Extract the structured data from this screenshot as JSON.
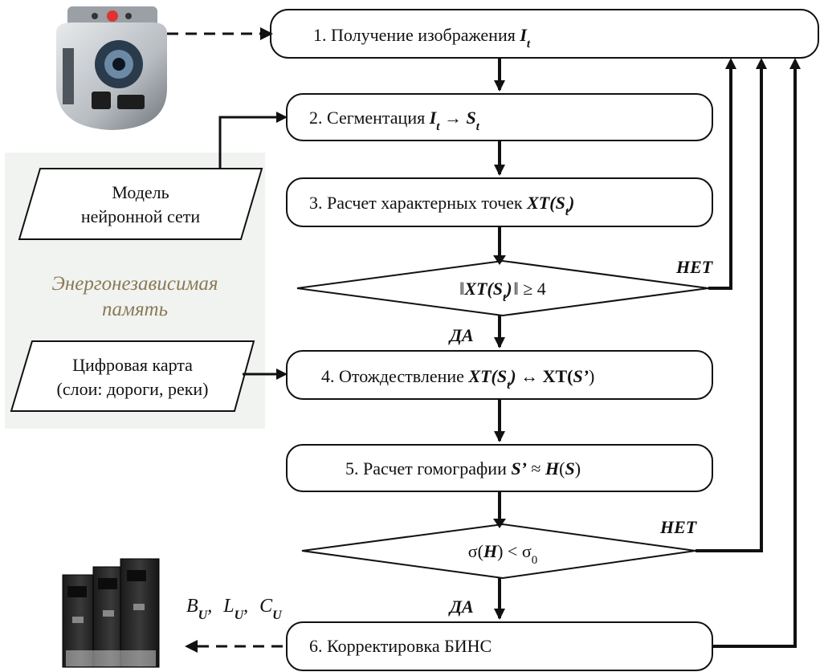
{
  "steps": {
    "s1": {
      "label": "1. Получение изображения ",
      "var": "I",
      "sub": "t"
    },
    "s2": {
      "label": "2. Сегментация ",
      "var1": "I",
      "sub1": "t",
      "arrow": " → ",
      "var2": "S",
      "sub2": "t"
    },
    "s3": {
      "label": "3. Расчет характерных точек ",
      "expr": "XT(S",
      "sub": "t",
      "close": ")"
    },
    "d1": {
      "open": "‖",
      "expr": "XT(S",
      "sub": "t",
      "close": ")",
      "rest": "‖ ≥ 4"
    },
    "s4": {
      "label": "4. Отождествление ",
      "expr": "XT(S",
      "sub": "t",
      "close": ")",
      "rest": " ↔ XT(",
      "var": "S’",
      "end": ")"
    },
    "s5": {
      "label": "5. Расчет гомографии ",
      "var1": "S’",
      "rel": " ≈ ",
      "var2": "H",
      "paren_open": "(",
      "var3": "S",
      "paren_close": ")"
    },
    "d2": {
      "sigma": "σ(",
      "var": "H",
      "rest": ") < σ",
      "sub": "0"
    },
    "s6": {
      "label": "6. Корректировка БИНС"
    }
  },
  "branches": {
    "yes1": "ДА",
    "yes2": "ДА",
    "no1": "НЕТ",
    "no2": "НЕТ"
  },
  "inputs": {
    "model": {
      "line1": "Модель",
      "line2": "нейронной сети"
    },
    "map": {
      "line1": "Цифровая карта",
      "line2": "(слои: дороги, реки)"
    }
  },
  "memory": {
    "line1": "Энергонезависимая",
    "line2": "память"
  },
  "outputs": {
    "b": "B",
    "l": "L",
    "c": "C",
    "sub": "U",
    "sep": ","
  },
  "icons": {
    "camera": "gimbal-camera-icon",
    "ins": "ins-unit-icon"
  }
}
